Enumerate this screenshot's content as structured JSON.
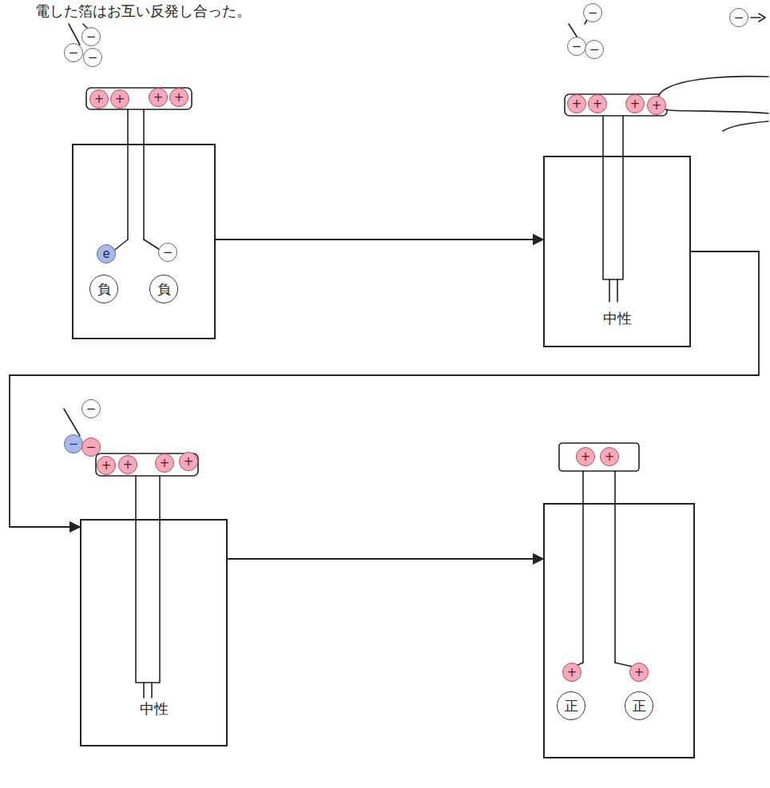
{
  "diagram": {
    "nodes": [
      {
        "text": [
          "−"
        ]
      },
      {
        "text": [
          "−"
        ]
      },
      {
        "text": [
          "−"
        ]
      },
      {
        "text": [
          "+"
        ]
      },
      {
        "text": [
          "+"
        ]
      },
      {
        "text": [
          "+"
        ]
      },
      {
        "text": [
          "+"
        ]
      },
      {
        "text": []
      },
      {
        "text": [
          "e"
        ],
        "in": 7
      },
      {
        "text": [
          "−"
        ],
        "in": 7
      },
      {
        "text": [
          "負"
        ],
        "in": 7
      },
      {
        "text": [
          "負"
        ],
        "in": 7
      },
      {
        "text": [
          "−"
        ]
      },
      {
        "text": [
          "−"
        ]
      },
      {
        "text": [
          "−"
        ]
      },
      {
        "text": [
          "+"
        ]
      },
      {
        "text": [
          "+"
        ]
      },
      {
        "text": [
          "+"
        ]
      },
      {
        "text": [
          "+"
        ]
      },
      {
        "text": [
          "−"
        ]
      },
      {
        "text": [
          "中性"
        ]
      },
      {
        "text": [
          "−"
        ]
      },
      {
        "text": [
          "−"
        ]
      },
      {
        "text": [
          "−"
        ]
      },
      {
        "text": [
          "+"
        ]
      },
      {
        "text": [
          "+"
        ]
      },
      {
        "text": [
          "+"
        ]
      },
      {
        "text": [
          "+"
        ]
      },
      {
        "text": [
          "中性"
        ]
      },
      {
        "text": [
          "+"
        ]
      },
      {
        "text": [
          "+"
        ]
      },
      {
        "text": []
      },
      {
        "text": [
          "+"
        ],
        "in": 31
      },
      {
        "text": [
          "+"
        ],
        "in": 31
      },
      {
        "text": [
          "正"
        ],
        "in": 31
      },
      {
        "text": [
          "正"
        ],
        "in": 31
      }
    ],
    "edges": [
      {
        "from": 7,
        "to": 20,
        "arrow": "to"
      },
      {
        "from": 20,
        "to": 28,
        "arrow": "to"
      },
      {
        "from": 28,
        "to": 31,
        "arrow": "to"
      }
    ],
    "labels": [
      "電した箔はお互い反発し合った。"
    ]
  }
}
